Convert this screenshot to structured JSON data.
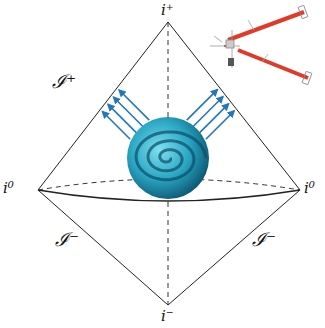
{
  "diagram": {
    "labels": [
      "i⁺",
      "ℐ⁺",
      "i⁰",
      "i⁰",
      "ℐ⁻",
      "ℐ⁻",
      "i⁻"
    ]
  }
}
